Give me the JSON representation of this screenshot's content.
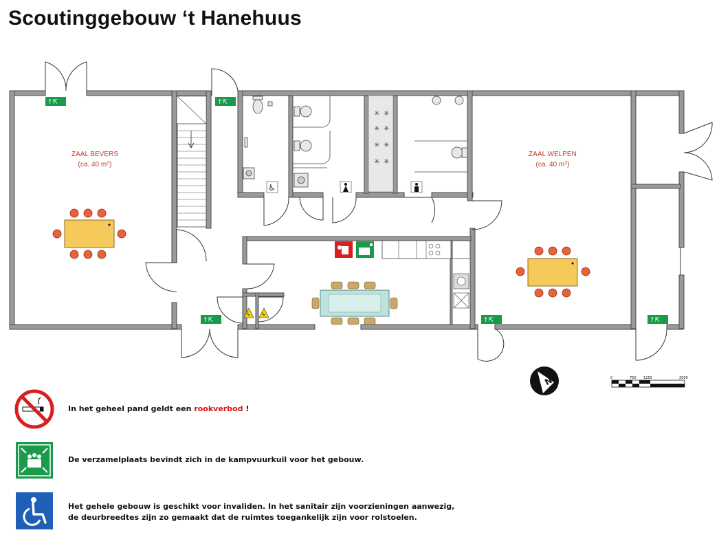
{
  "title": "Scoutinggebouw ‘t Hanehuus",
  "rooms": {
    "left": {
      "name": "ZAAL BEVERS",
      "size_prefix": "(ca. 40 m",
      "size_sup": "2",
      "size_suffix": ")"
    },
    "right": {
      "name": "ZAAL WELPEN",
      "size_prefix": "(ca. 40 m",
      "size_sup": "2",
      "size_suffix": ")"
    }
  },
  "scale_bar": {
    "labels": [
      "0",
      "750",
      "1250",
      "2500"
    ]
  },
  "notes": {
    "smoking_before": "In het geheel pand geldt een ",
    "smoking_highlight": "rookverbod",
    "smoking_after": " !",
    "assembly": "De verzamelplaats bevindt zich in de kampvuurkuil voor het gebouw.",
    "accessible_line1": "Het gehele gebouw is geschikt voor invaliden. In het sanitair zijn voorzieningen aanwezig,",
    "accessible_line2": "de deurbreedtes zijn zo gemaakt dat de ruimtes toegankelijk zijn voor rolstoelen."
  },
  "colors": {
    "accent_red": "#c0392b",
    "exit_green": "#1a9a4a",
    "table_yellow": "#f6c95b",
    "chair_red": "#e9623a",
    "access_blue": "#1f5fb5"
  },
  "icons": [
    "no-smoking-icon",
    "assembly-point-icon",
    "wheelchair-icon",
    "emergency-exit-icon",
    "north-arrow-icon",
    "first-aid-icon",
    "fire-extinguisher-icon",
    "electric-hazard-icon"
  ]
}
